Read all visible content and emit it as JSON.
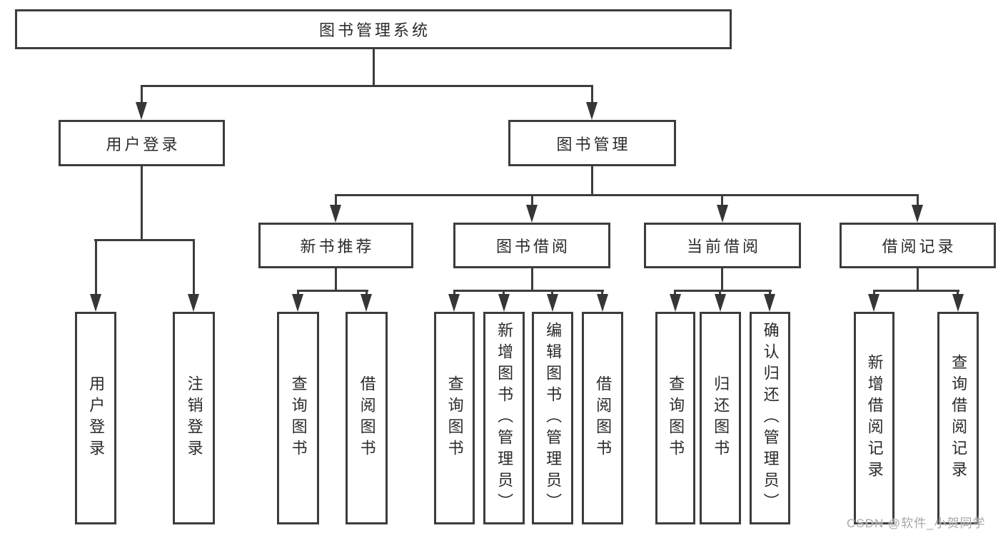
{
  "diagram": {
    "root": {
      "label": "图书管理系统"
    },
    "level2": [
      {
        "label": "用户登录"
      },
      {
        "label": "图书管理"
      }
    ],
    "level3": [
      {
        "label": "新书推荐"
      },
      {
        "label": "图书借阅"
      },
      {
        "label": "当前借阅"
      },
      {
        "label": "借阅记录"
      }
    ],
    "leaves": [
      {
        "label": "用户登录"
      },
      {
        "label": "注销登录"
      },
      {
        "label": "查询图书"
      },
      {
        "label": "借阅图书"
      },
      {
        "label": "查询图书"
      },
      {
        "label": "新增图书（管理员）"
      },
      {
        "label": "编辑图书（管理员）"
      },
      {
        "label": "借阅图书"
      },
      {
        "label": "查询图书"
      },
      {
        "label": "归还图书"
      },
      {
        "label": "确认归还（管理员）"
      },
      {
        "label": "新增借阅记录"
      },
      {
        "label": "查询借阅记录"
      }
    ]
  },
  "watermark": {
    "text": "CSDN @软件_小贺同学"
  },
  "colors": {
    "line": "#3c3c3c",
    "text": "#2b2b2b",
    "watermark": "#a8a8a8",
    "background": "#ffffff"
  }
}
